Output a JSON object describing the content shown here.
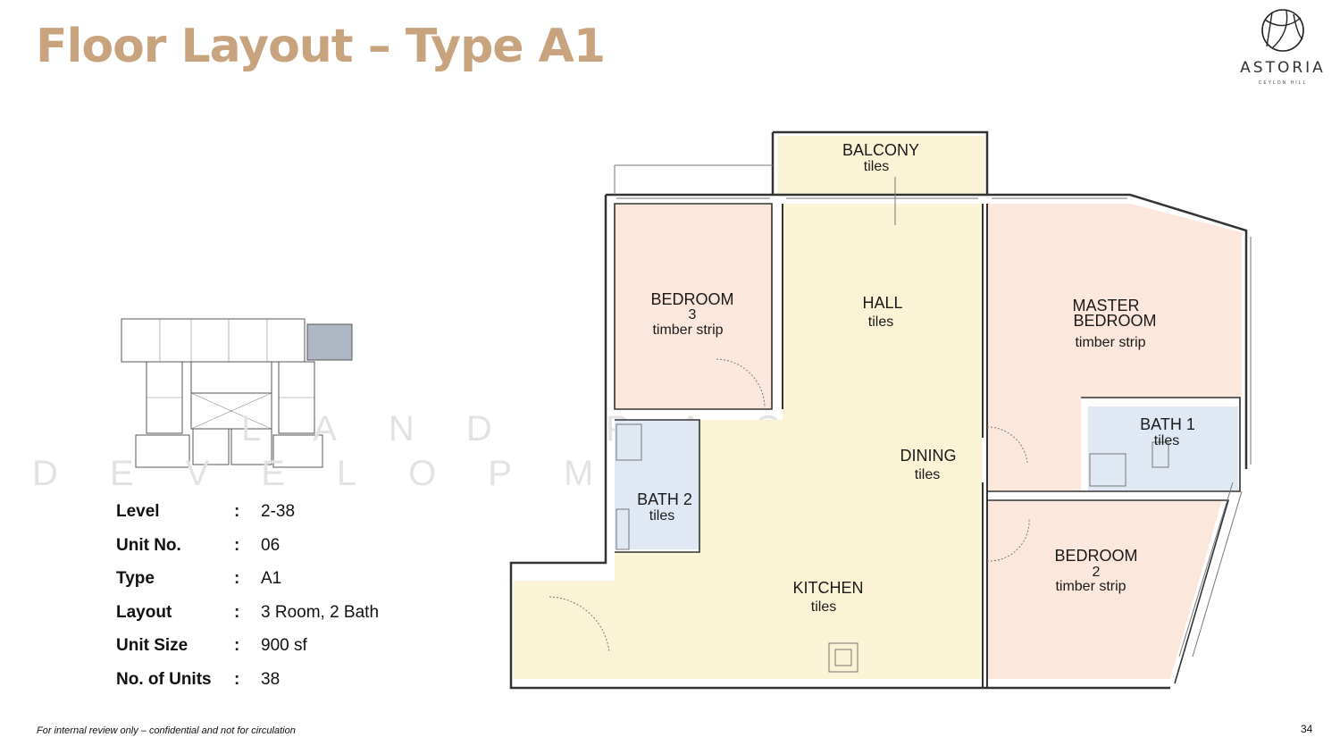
{
  "page": {
    "title": "Floor Layout – Type A1",
    "footer": "For internal review only – confidential and not for circulation",
    "page_number": "34"
  },
  "logo": {
    "name": "ASTORIA",
    "subtitle": "CEYLON HILL"
  },
  "watermark": {
    "line1": "LAND PACIFIC",
    "line2": "DEVELOPMENT SDN"
  },
  "specs": [
    {
      "label": "Level",
      "value": "2-38"
    },
    {
      "label": "Unit No.",
      "value": "06"
    },
    {
      "label": "Type",
      "value": "A1"
    },
    {
      "label": "Layout",
      "value": "3 Room, 2 Bath"
    },
    {
      "label": "Unit Size",
      "value": "900 sf"
    },
    {
      "label": "No. of Units",
      "value": "38"
    }
  ],
  "spec_separator": ":",
  "rooms": {
    "balcony": {
      "name": "BALCONY",
      "finish": "tiles"
    },
    "bedroom3": {
      "name": "BEDROOM",
      "num": "3",
      "finish": "timber strip"
    },
    "hall": {
      "name": "HALL",
      "finish": "tiles"
    },
    "master": {
      "name1": "MASTER",
      "name2": "BEDROOM",
      "finish": "timber strip"
    },
    "bath1": {
      "name": "BATH 1",
      "finish": "tiles"
    },
    "bath2": {
      "name": "BATH 2",
      "finish": "tiles"
    },
    "dining": {
      "name": "DINING",
      "finish": "tiles"
    },
    "kitchen": {
      "name": "KITCHEN",
      "finish": "tiles"
    },
    "bedroom2": {
      "name": "BEDROOM",
      "num": "2",
      "finish": "timber strip"
    }
  },
  "colors": {
    "title": "#c8a47e",
    "living_fill": "#fbf3d6",
    "bedroom_fill": "#fbe7dc",
    "bath_fill": "#dfe8f3",
    "keyplan_highlight": "#aeb7c4"
  }
}
